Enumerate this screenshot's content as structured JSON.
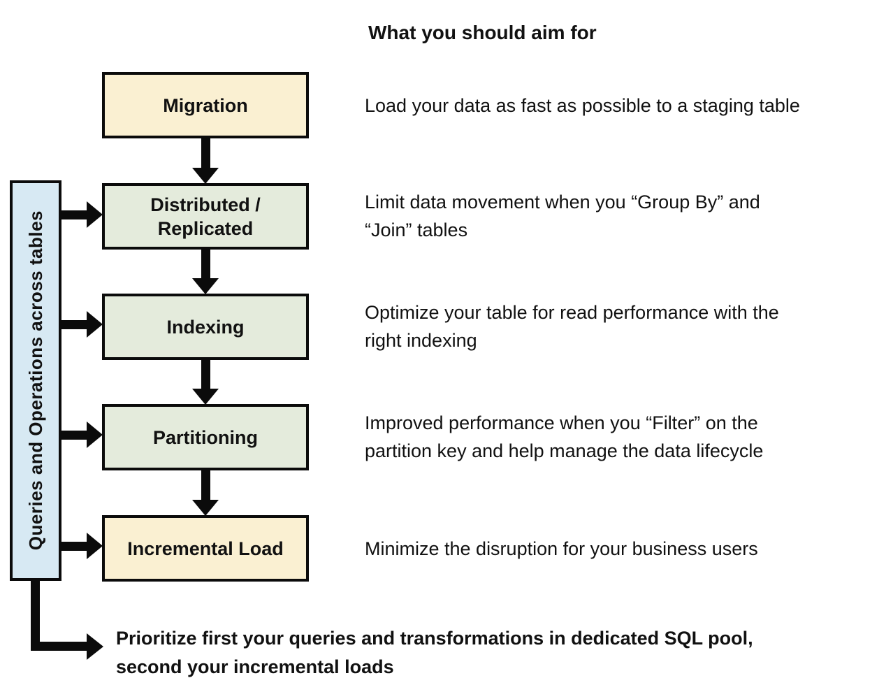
{
  "title": "What you should aim for",
  "sidebar": {
    "label": "Queries and Operations across tables",
    "fill": "#d7e9f3"
  },
  "flow": {
    "boxes": [
      {
        "label": "Migration",
        "fill": "#faf0d2"
      },
      {
        "label": "Distributed / Replicated",
        "fill": "#e4ebdc"
      },
      {
        "label": "Indexing",
        "fill": "#e4ebdc"
      },
      {
        "label": "Partitioning",
        "fill": "#e4ebdc"
      },
      {
        "label": "Incremental Load",
        "fill": "#faf0d2"
      }
    ]
  },
  "aim": {
    "items": [
      {
        "lines": [
          "Load your data as fast as possible to a staging table"
        ]
      },
      {
        "lines": [
          "Limit data movement when you “Group By” and",
          "“Join” tables"
        ]
      },
      {
        "lines": [
          "Optimize your table for read performance with the",
          "right indexing"
        ]
      },
      {
        "lines": [
          "Improved performance when you “Filter” on the",
          "partition key and help manage the data lifecycle"
        ]
      },
      {
        "lines": [
          "Minimize the disruption for your business users"
        ]
      }
    ]
  },
  "footer": {
    "lines": [
      "Prioritize first your queries and transformations in dedicated SQL pool,",
      "second your incremental loads"
    ]
  },
  "colors": {
    "border": "#0b0b0b",
    "arrow": "#0b0b0b",
    "milestone_fill": "#faf0d2",
    "step_fill": "#e4ebdc",
    "bracket_fill": "#d7e9f3"
  }
}
